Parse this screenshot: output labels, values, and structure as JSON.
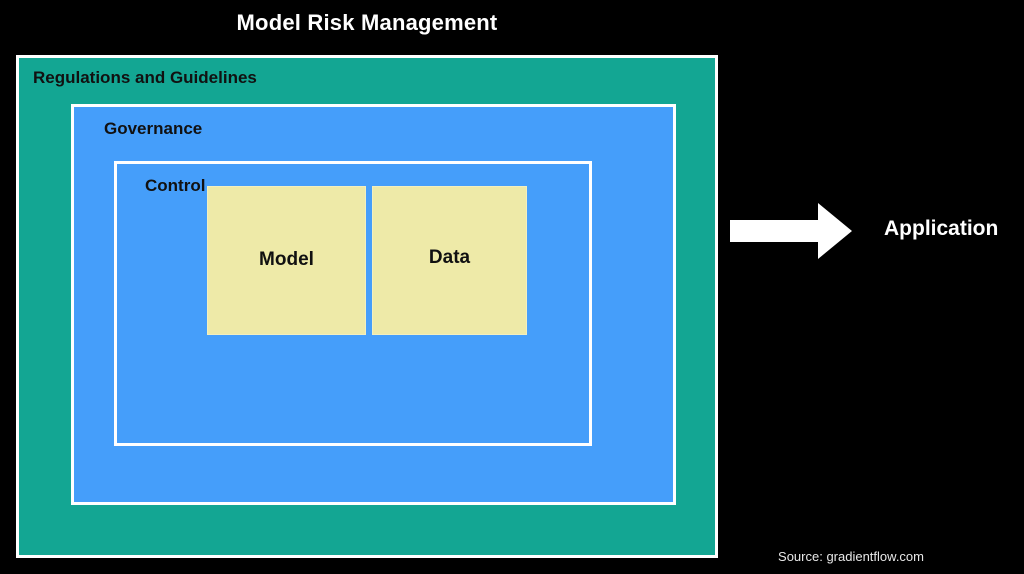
{
  "diagram": {
    "title": "Model Risk Management",
    "background_color": "#000000",
    "title_color": "#ffffff",
    "layers": [
      {
        "name": "regulations",
        "label": "Regulations and Guidelines",
        "color": "#13a693",
        "border_color": "#ffffff"
      },
      {
        "name": "governance",
        "label": "Governance",
        "color": "#459efa",
        "border_color": "#ffffff"
      },
      {
        "name": "control",
        "label": "Control",
        "color": "#459efa",
        "border_color": "#ffffff"
      }
    ],
    "leaves": [
      {
        "name": "model",
        "label": "Model",
        "color": "#eeeaa8"
      },
      {
        "name": "data",
        "label": "Data",
        "color": "#eeeaa8"
      }
    ],
    "flow": {
      "arrow_icon": "right-arrow-icon",
      "arrow_color": "#ffffff",
      "target_label": "Application",
      "target_color": "#ffffff"
    },
    "source": "Source: gradientflow.com"
  }
}
